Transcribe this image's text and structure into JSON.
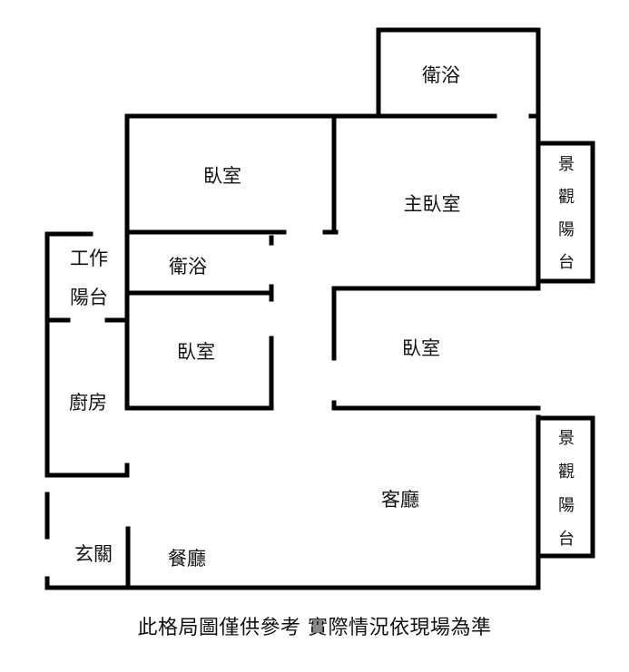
{
  "rooms": {
    "bath_top": "衛浴",
    "bedroom_top_left": "臥室",
    "master_bedroom": "主臥室",
    "utility_balcony_line1": "工作",
    "utility_balcony_line2": "陽台",
    "bath_mid": "衛浴",
    "bedroom_mid_left": "臥室",
    "bedroom_mid_right": "臥室",
    "kitchen": "廚房",
    "living_room": "客廳",
    "entrance": "玄關",
    "dining_room": "餐廳"
  },
  "balconies": {
    "view_balcony_upper": [
      "景",
      "觀",
      "陽",
      "台"
    ],
    "view_balcony_lower": [
      "景",
      "觀",
      "陽",
      "台"
    ]
  },
  "disclaimer": "此格局圖僅供參考 實際情況依現場為準",
  "colors": {
    "wall": "#000000",
    "text": "#111111",
    "background": "#ffffff"
  }
}
